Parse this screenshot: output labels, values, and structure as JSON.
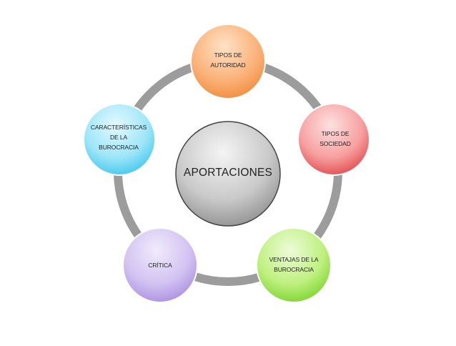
{
  "center": {
    "label": "APORTACIONES"
  },
  "nodes": [
    {
      "id": "autoridad",
      "lines": [
        "TIPOS DE",
        "AUTORIDAD"
      ],
      "color": "#f9a65e"
    },
    {
      "id": "sociedad",
      "lines": [
        "TIPOS DE",
        "SOCIEDAD"
      ],
      "color": "#f06c6c"
    },
    {
      "id": "ventajas",
      "lines": [
        "VENTAJAS DE LA",
        "BUROCRACIA"
      ],
      "color": "#9be65a"
    },
    {
      "id": "critica",
      "lines": [
        "CRÍTICA"
      ],
      "color": "#b8a2e6"
    },
    {
      "id": "caracteristicas",
      "lines": [
        "CARACTERÍSTICAS",
        "DE LA",
        "BUROCRACIA"
      ],
      "color": "#62d3f2"
    }
  ],
  "ring_color": "#999999"
}
